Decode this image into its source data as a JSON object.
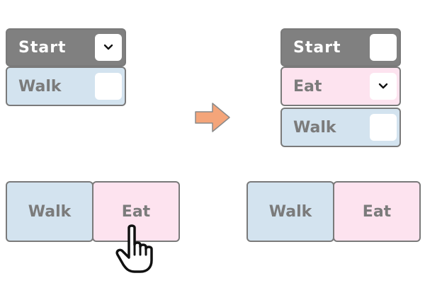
{
  "before_list": {
    "start_label": "Start",
    "start_checked": true,
    "walk_label": "Walk",
    "walk_checked": false
  },
  "after_list": {
    "start_label": "Start",
    "start_checked": false,
    "eat_label": "Eat",
    "eat_checked": true,
    "walk_label": "Walk",
    "walk_checked": false
  },
  "before_buttons": {
    "walk_label": "Walk",
    "eat_label": "Eat"
  },
  "after_buttons": {
    "walk_label": "Walk",
    "eat_label": "Eat"
  },
  "colors": {
    "start_bg": "#808080",
    "walk_bg": "#d3e3ef",
    "eat_bg": "#fde3ef",
    "arrow": "#f4a57a",
    "text_gray": "#7b7b7b"
  },
  "icons": {
    "transition": "right-arrow-icon",
    "cursor": "pointing-hand-icon",
    "check": "chevron-down-icon"
  }
}
